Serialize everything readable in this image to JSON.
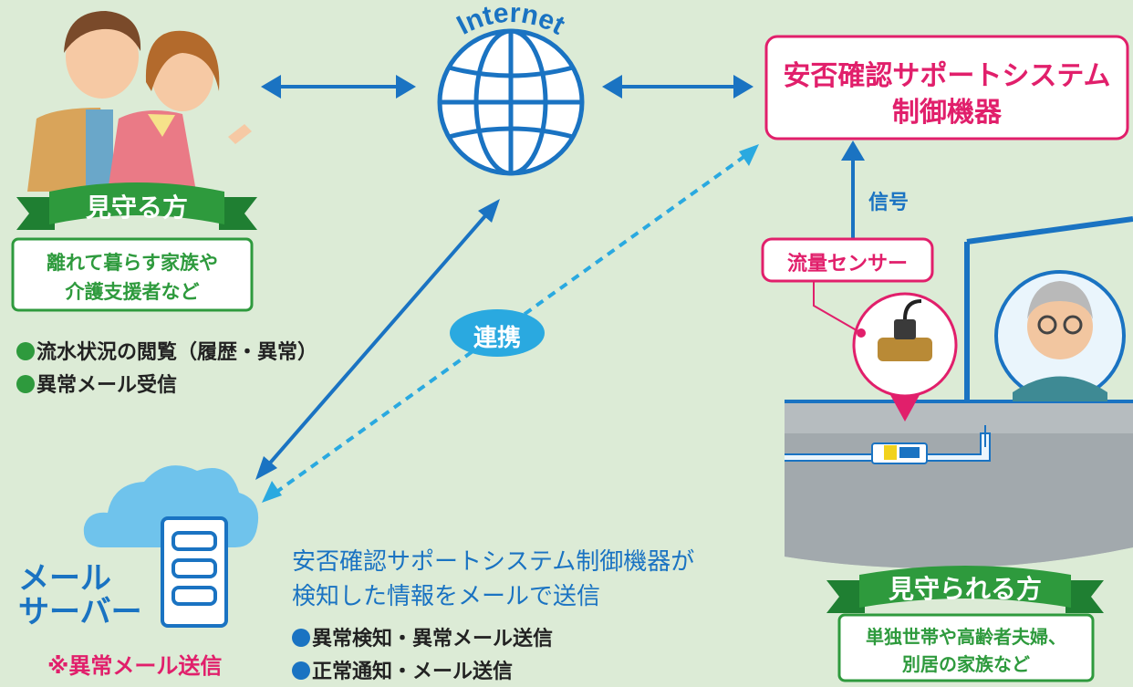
{
  "internet_label": "Internet",
  "system_box": {
    "line1": "安否確認サポートシステム",
    "line2": "制御機器"
  },
  "signal_label": "信号",
  "flow_sensor_label": "流量センサー",
  "renkei_label": "連携",
  "watchers": {
    "ribbon": "見守る方",
    "box_line1": "離れて暮らす家族や",
    "box_line2": "介護支援者など",
    "bullets": [
      "流水状況の閲覧（履歴・異常）",
      "異常メール受信"
    ]
  },
  "mail_server": {
    "line1": "メール",
    "line2": "サーバー",
    "note": "※異常メール送信"
  },
  "mail_desc": {
    "line1": "安否確認サポートシステム制御機器が",
    "line2": "検知した情報をメールで送信",
    "bullets": [
      "異常検知・異常メール送信",
      "正常通知・メール送信"
    ]
  },
  "watched": {
    "ribbon": "見守られる方",
    "box_line1": "単独世帯や高齢者夫婦、",
    "box_line2": "別居の家族など"
  },
  "colors": {
    "background": "#dcebd6",
    "green": "#2e9a3d",
    "blue": "#1a73c2",
    "dashed_blue": "#2aa9e0",
    "pink": "#e11f6b",
    "cloud": "#6fc3ec"
  }
}
